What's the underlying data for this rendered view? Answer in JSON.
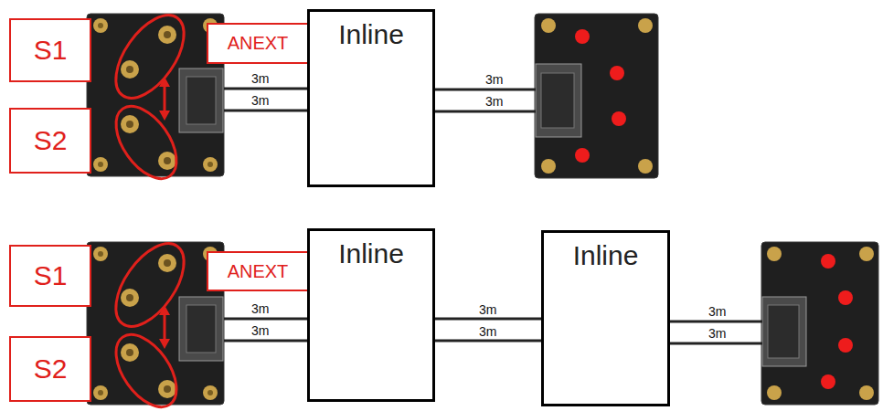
{
  "diagram": {
    "nodes": [
      {
        "text": [
          "S1"
        ]
      },
      {
        "text": [
          "ANEXT"
        ]
      },
      {
        "text": [
          "Inline"
        ]
      },
      {
        "text": [
          "S2"
        ]
      },
      {
        "text": [
          "S1"
        ]
      },
      {
        "text": [
          "ANEXT"
        ]
      },
      {
        "text": [
          "Inline"
        ]
      },
      {
        "text": [
          "Inline"
        ]
      },
      {
        "text": [
          "S2"
        ]
      }
    ],
    "edges": [
      {
        "from": 6,
        "to": 7,
        "label": "3m",
        "arrow": "none"
      },
      {
        "from": 6,
        "to": 7,
        "label": "3m",
        "arrow": "none"
      }
    ],
    "labels": [
      "3m",
      "3m",
      "3m",
      "3m",
      "3m",
      "3m",
      "3m",
      "3m"
    ]
  }
}
